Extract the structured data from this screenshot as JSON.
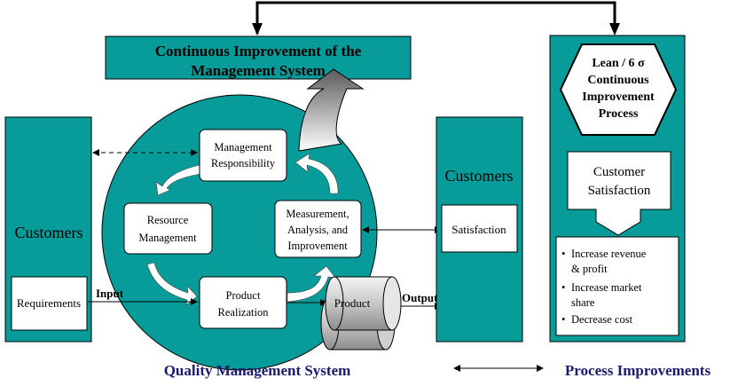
{
  "top_banner": {
    "line1": "Continuous Improvement of the",
    "line2": "Management System"
  },
  "left_column": {
    "title": "Customers",
    "box": "Requirements"
  },
  "center_column": {
    "title": "Customers",
    "box": "Satisfaction"
  },
  "right_panel": {
    "hex_lines": [
      "Lean / 6 σ",
      "Continuous",
      "Improvement",
      "Process"
    ],
    "callout_lines": [
      "Customer",
      "Satisfaction"
    ],
    "bullets": [
      {
        "lines": [
          "Increase revenue",
          "& profit"
        ]
      },
      {
        "lines": [
          "Increase market",
          "share"
        ]
      },
      {
        "lines": [
          "Decrease cost"
        ]
      }
    ]
  },
  "cycle": {
    "management": [
      "Management",
      "Responsibility"
    ],
    "resource": [
      "Resource",
      "Management"
    ],
    "measurement": [
      "Measurement,",
      "Analysis, and",
      "Improvement"
    ],
    "product_realization": [
      "Product",
      "Realization"
    ],
    "product": "Product"
  },
  "flow_labels": {
    "input": "Input",
    "output": "Output"
  },
  "captions": {
    "qms": "Quality Management System",
    "process_improvements": "Process Improvements"
  },
  "colors": {
    "teal": "#079c99",
    "navy": "#1a1a6e",
    "black": "#000000"
  }
}
